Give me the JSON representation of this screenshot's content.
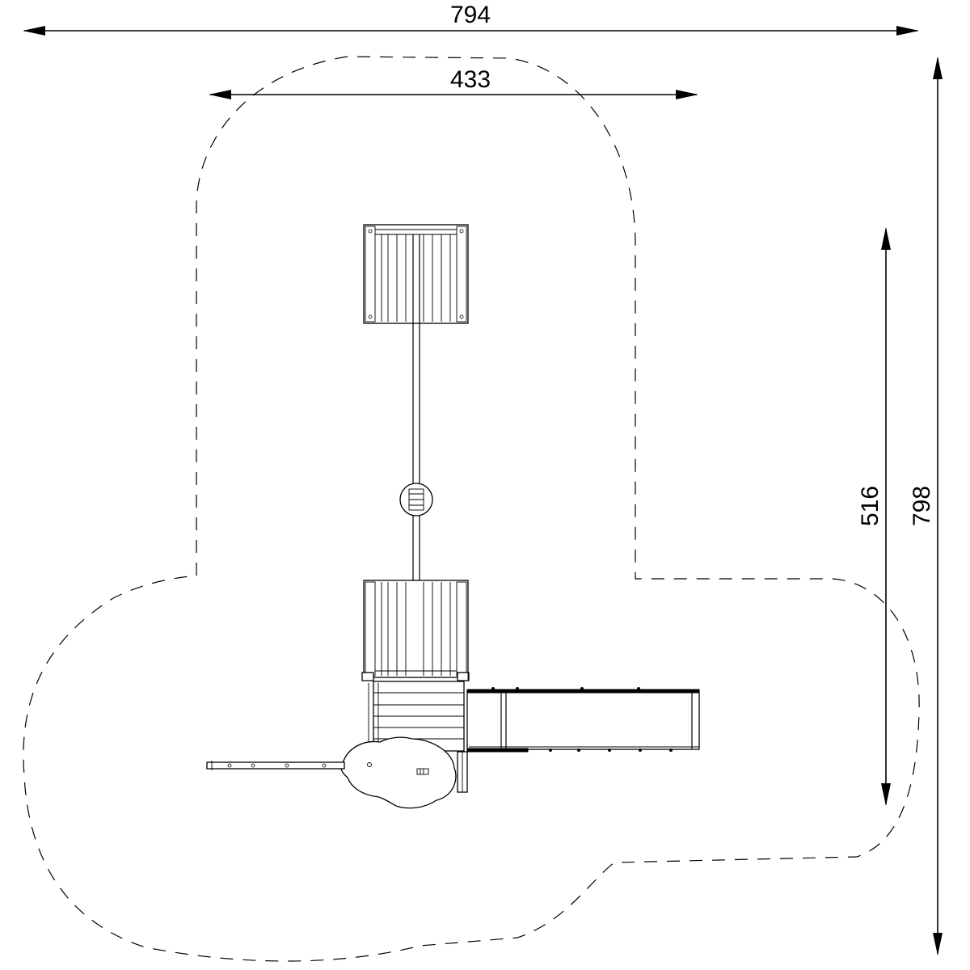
{
  "dimensions": {
    "overall_width": "794",
    "inner_width": "433",
    "inner_height": "516",
    "overall_height": "798"
  }
}
